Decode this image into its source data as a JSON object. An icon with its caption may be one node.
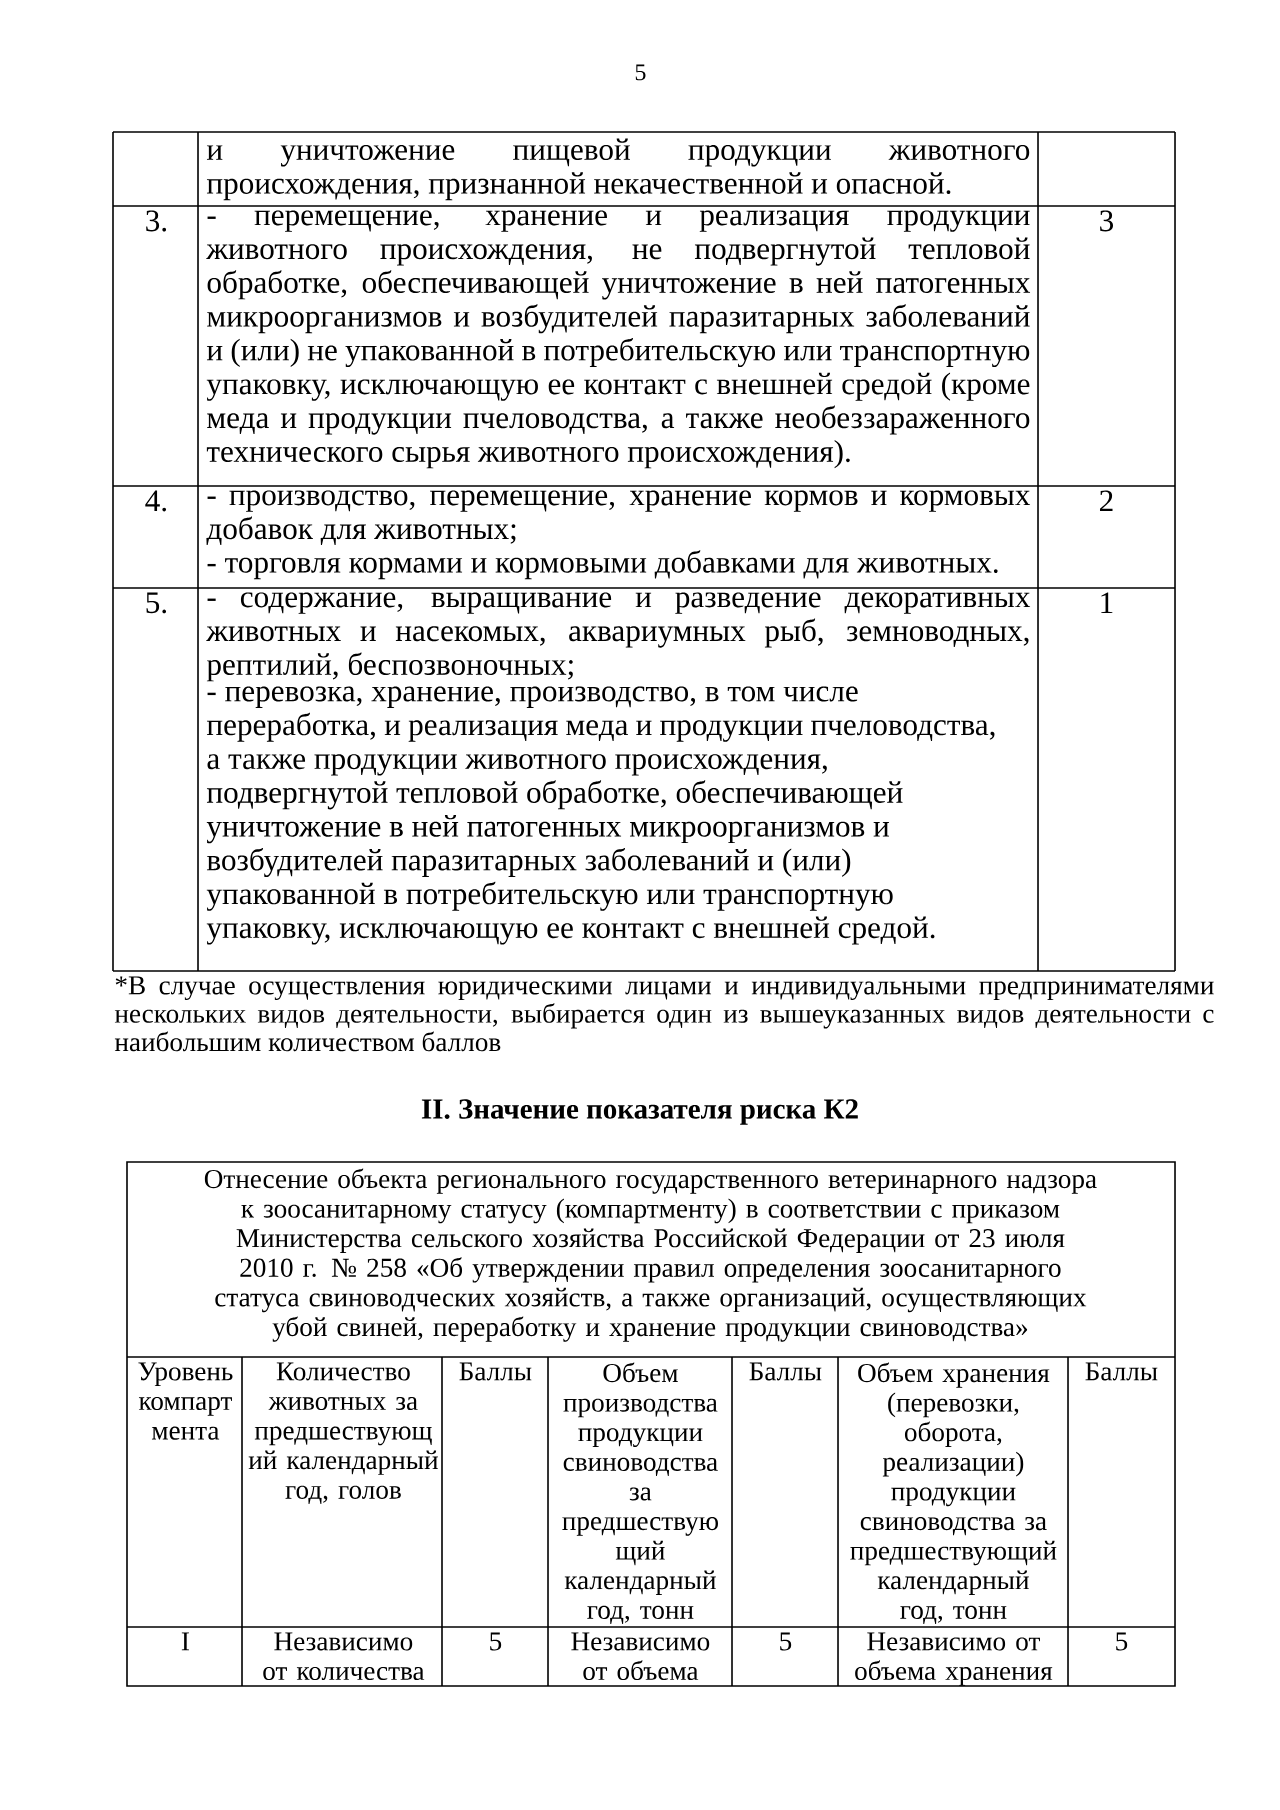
{
  "diagram": {
    "title": "II. Значение показателя риска К2",
    "labels": [
      "5",
      "и уничтожение пищевой продукции животного происхождения, признанной некачественной и опасной.",
      "3.",
      "- перемещение, хранение и реализация продукции животного происхождения, не подвергнутой тепловой обработке, обеспечивающей уничтожение в ней патогенных микроорганизмов и возбудителей паразитарных заболеваний и (или) не упакованной в потребительскую или транспортную упаковку, исключающую ее контакт с внешней средой (кроме меда и продукции пчеловодства, а также необеззараженного технического сырья животного происхождения).",
      "3",
      "4.",
      "- производство, перемещение, хранение кормов и кормовых добавок для животных;",
      "- торговля кормами и кормовыми добавками для животных.",
      "2",
      "5.",
      "- содержание, выращивание и разведение декоративных животных и насекомых, аквариумных рыб, земноводных, рептилий, беспозвоночных;",
      "- перевозка, хранение, производство, в том числе переработка, и реализация меда и продукции пчеловодства, а также продукции животного происхождения, подвергнутой тепловой обработке, обеспечивающей уничтожение в ней патогенных микроорганизмов и возбудителей паразитарных заболеваний и (или) упакованной в потребительскую или транспортную упаковку, исключающую ее контакт с внешней средой.",
      "1",
      "*В случае осуществления юридическими лицами и индивидуальными предпринимателями нескольких видов деятельности, выбирается один из вышеуказанных видов деятельности с наибольшим количеством баллов",
      "Отнесение объекта регионального государственного ветеринарного надзора к зоосанитарному статусу (компартменту) в соответствии с приказом Министерства сельского хозяйства Российской Федерации от 23 июля 2010 г. № 258 «Об утверждении правил определения зоосанитарного статуса свиноводческих хозяйств, а также организаций, осуществляющих убой свиней, переработку и хранение продукции свиноводства»",
      "Уровень компарт мента",
      "Количество животных за предшествующ ий календарный год, голов",
      "Баллы",
      "Объем производства продукции свиноводства за предшествую щий календарный год, тонн",
      "Баллы",
      "Объем хранения (перевозки, оборота, реализации) продукции свиноводства за предшествующий календарный год, тонн",
      "Баллы",
      "I",
      "Независимо от количества",
      "5",
      "Независимо от объема",
      "5",
      "Независимо от объема хранения",
      "5"
    ]
  }
}
